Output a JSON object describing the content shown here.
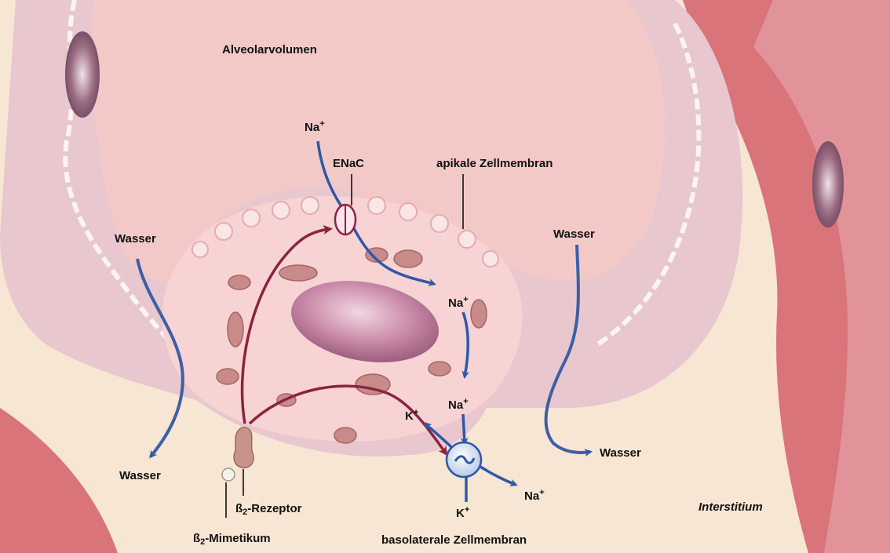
{
  "labels": {
    "alveolar": "Alveolarvolumen",
    "na_top": "Na",
    "plus": "+",
    "enac": "ENaC",
    "apical": "apikale Zellmembran",
    "wasser_left": "Wasser",
    "wasser_right": "Wasser",
    "na_mid": "Na",
    "na_lower": "Na",
    "k_left": "K",
    "k_bottom": "K",
    "na_out": "Na",
    "wasser_bottom_left": "Wasser",
    "wasser_bottom_right": "Wasser",
    "beta_prefix": "ß",
    "beta_sub": "2",
    "rezeptor_suffix": "-Rezeptor",
    "mimetikum_suffix": "-Mimetikum",
    "interstitium": "Interstitium",
    "basolateral": "basolaterale Zellmembran"
  },
  "colors": {
    "water_arrow": "#3c5fa6",
    "sodium_arrow": "#2f58a8",
    "signal_arrow": "#8a2340",
    "alveolar_epithelium": "#e8c7cf",
    "alveolar_space": "#f3c9c8",
    "interstitium": "#f6e6d3",
    "capillary": "#d9747a"
  },
  "icons": {
    "pump": "tilde-circle-icon",
    "channel": "enac-channel-icon"
  }
}
